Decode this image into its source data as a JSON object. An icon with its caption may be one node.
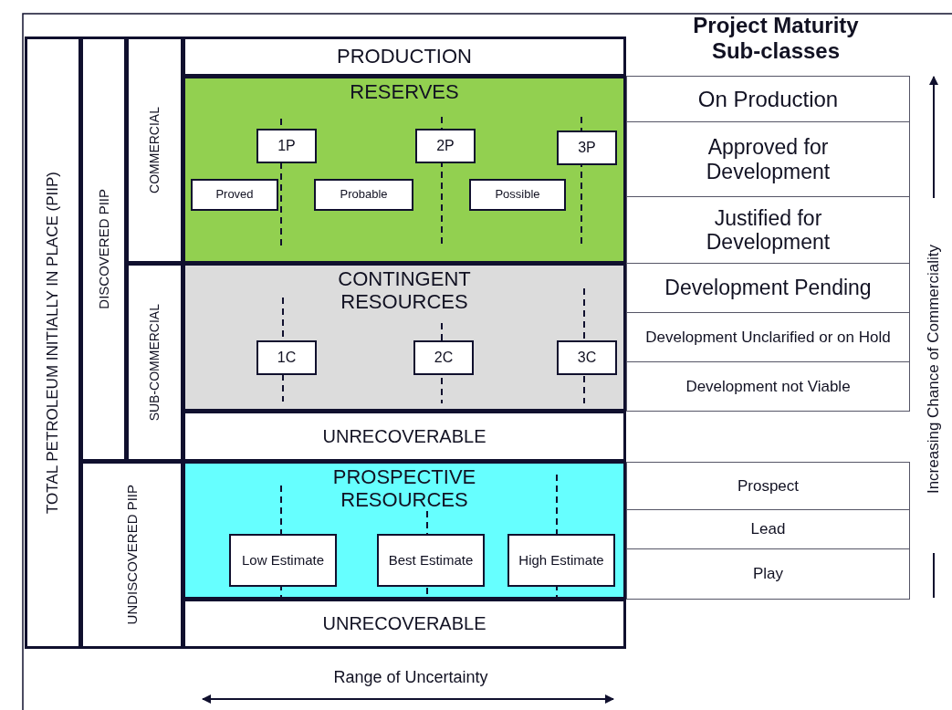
{
  "diagram": {
    "nodes": [
      {
        "text": [
          "TOTAL PETROLEUM INITIALLY IN PLACE (PIIP)"
        ]
      },
      {
        "text": [
          "DISCOVERED PIIP"
        ]
      },
      {
        "text": [
          "COMMERCIAL"
        ]
      },
      {
        "text": [
          "SUB-COMMERCIAL"
        ]
      },
      {
        "text": [
          "UNDISCOVERED PIIP"
        ]
      },
      {
        "text": [
          "PRODUCTION"
        ]
      },
      {
        "text": [
          "RESERVES"
        ]
      },
      {
        "text": [
          "1P"
        ],
        "in": 6
      },
      {
        "text": [
          "2P"
        ],
        "in": 6
      },
      {
        "text": [
          "3P"
        ],
        "in": 6
      },
      {
        "text": [
          "Proved"
        ],
        "in": 6
      },
      {
        "text": [
          "Probable"
        ],
        "in": 6
      },
      {
        "text": [
          "Possible"
        ],
        "in": 6
      },
      {
        "text": [
          "CONTINGENT RESOURCES"
        ]
      },
      {
        "text": [
          "1C"
        ],
        "in": 13
      },
      {
        "text": [
          "2C"
        ],
        "in": 13
      },
      {
        "text": [
          "3C"
        ],
        "in": 13
      },
      {
        "text": [
          "UNRECOVERABLE"
        ]
      },
      {
        "text": [
          "PROSPECTIVE RESOURCES"
        ]
      },
      {
        "text": [
          "Low Estimate"
        ],
        "in": 18
      },
      {
        "text": [
          "Best Estimate"
        ],
        "in": 18
      },
      {
        "text": [
          "High Estimate"
        ],
        "in": 18
      },
      {
        "text": [
          "UNRECOVERABLE"
        ]
      },
      {
        "text": [
          "On Production"
        ]
      },
      {
        "text": [
          "Approved for Development"
        ]
      },
      {
        "text": [
          "Justified for Development"
        ]
      },
      {
        "text": [
          "Development Pending"
        ]
      },
      {
        "text": [
          "Development Unclarified or on Hold"
        ]
      },
      {
        "text": [
          "Development not Viable"
        ]
      },
      {
        "text": [
          "Prospect"
        ]
      },
      {
        "text": [
          "Lead"
        ]
      },
      {
        "text": [
          "Play"
        ]
      }
    ],
    "labels": [
      "Project Maturity Sub-classes",
      "Increasing Chance of Commerciality",
      "Range of Uncertainty"
    ]
  }
}
